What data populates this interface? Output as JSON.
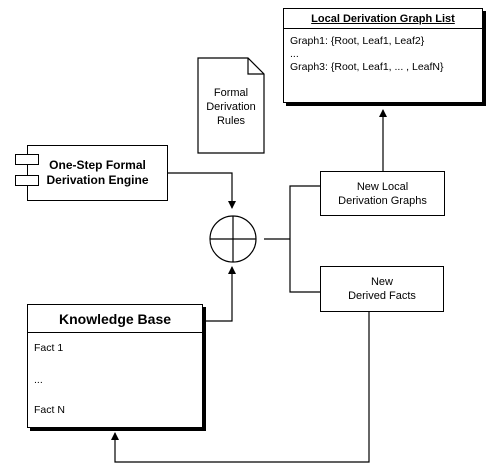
{
  "engine": {
    "line1": "One-Step Formal",
    "line2": "Derivation Engine"
  },
  "rules_doc": {
    "line1": "Formal",
    "line2": "Derivation",
    "line3": "Rules"
  },
  "graph_list": {
    "title": "Local Derivation Graph List",
    "items": [
      "Graph1: {Root, Leaf1, Leaf2}",
      "...",
      "Graph3: {Root, Leaf1, ... , LeafN}"
    ]
  },
  "new_graphs": {
    "line1": "New Local",
    "line2": "Derivation Graphs"
  },
  "new_facts": {
    "line1": "New",
    "line2": "Derived Facts"
  },
  "knowledge_base": {
    "title": "Knowledge Base",
    "facts": [
      "Fact 1",
      "...",
      "Fact N"
    ]
  }
}
